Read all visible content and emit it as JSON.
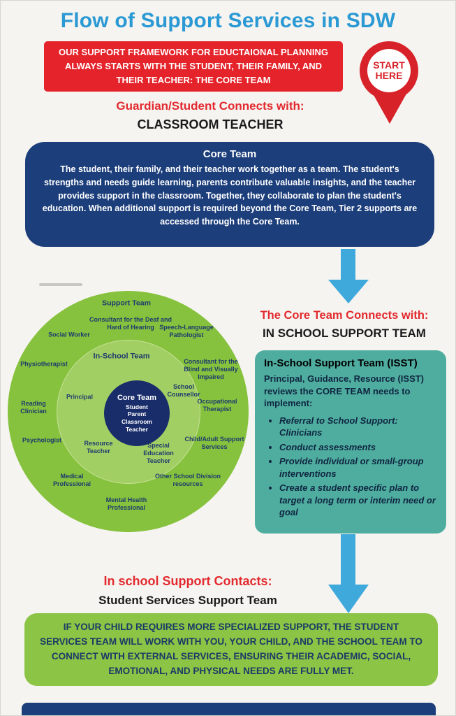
{
  "colors": {
    "title_blue": "#2a99d4",
    "red": "#e4232b",
    "navy": "#1c3e7b",
    "arrow_blue": "#3fa9dc",
    "teal": "#4fada0",
    "green": "#8cc446",
    "circle_outer_green": "#86c23d",
    "circle_middle_green": "#a2cf63",
    "circle_center_navy": "#1a2d6b"
  },
  "header": {
    "title": "Flow of Support Services in SDW",
    "banner": "OUR SUPPORT FRAMEWORK FOR EDUCTAIONAL PLANNING ALWAYS STARTS WITH THE STUDENT, THEIR FAMILY, AND THEIR TEACHER: THE CORE TEAM",
    "start_pin": "START HERE"
  },
  "step1": {
    "connect_label": "Guardian/Student Connects with:",
    "connect_target": "CLASSROOM TEACHER",
    "card_title": "Core Team",
    "card_body": "The student, their family, and their teacher work together as a team. The student's strengths and needs guide learning, parents contribute valuable insights, and the teacher provides support in the classroom. Together, they collaborate to plan the student's education. When additional support is required beyond the Core Team, Tier 2 supports are accessed through the Core Team."
  },
  "circle": {
    "outer_label": "Support Team",
    "middle_label": "In-School Team",
    "center": {
      "title": "Core Team",
      "lines": [
        "Student",
        "Parent",
        "Classroom Teacher"
      ]
    },
    "outer_items": [
      "Consultant for the Deaf and Hard of Hearing",
      "Speech-Language Pathologist",
      "Social Worker",
      "Physiotherapist",
      "Consultant for the Blind and Visually Impaired",
      "Reading Clinician",
      "Occupational Therapist",
      "Psychologist",
      "Child/Adult Support Services",
      "Medical Professional",
      "Other School Division resources",
      "Mental Health Professional"
    ],
    "middle_items": [
      "Principal",
      "School Counsellor",
      "Resource Teacher",
      "Special Education Teacher"
    ]
  },
  "step2": {
    "connect_label": "The Core Team Connects with:",
    "connect_target": "IN SCHOOL SUPPORT TEAM",
    "card_title": "In-School Support Team (ISST)",
    "card_intro": "Principal, Guidance, Resource (ISST) reviews the CORE TEAM needs to implement:",
    "bullets": [
      "Referral to School Support: Clinicians",
      "Conduct assessments",
      "Provide individual or small-group interventions",
      "Create a student specific plan to target a long term or interim need or goal"
    ]
  },
  "step3": {
    "connect_label": "In school Support Contacts:",
    "connect_target": "Student Services Support Team",
    "card_body": "IF YOUR CHILD REQUIRES MORE SPECIALIZED SUPPORT, THE STUDENT SERVICES TEAM WILL WORK WITH YOU, YOUR CHILD, AND THE SCHOOL TEAM TO CONNECT WITH EXTERNAL SERVICES, ENSURING THEIR ACADEMIC, SOCIAL, EMOTIONAL, AND PHYSICAL NEEDS ARE FULLY MET."
  }
}
